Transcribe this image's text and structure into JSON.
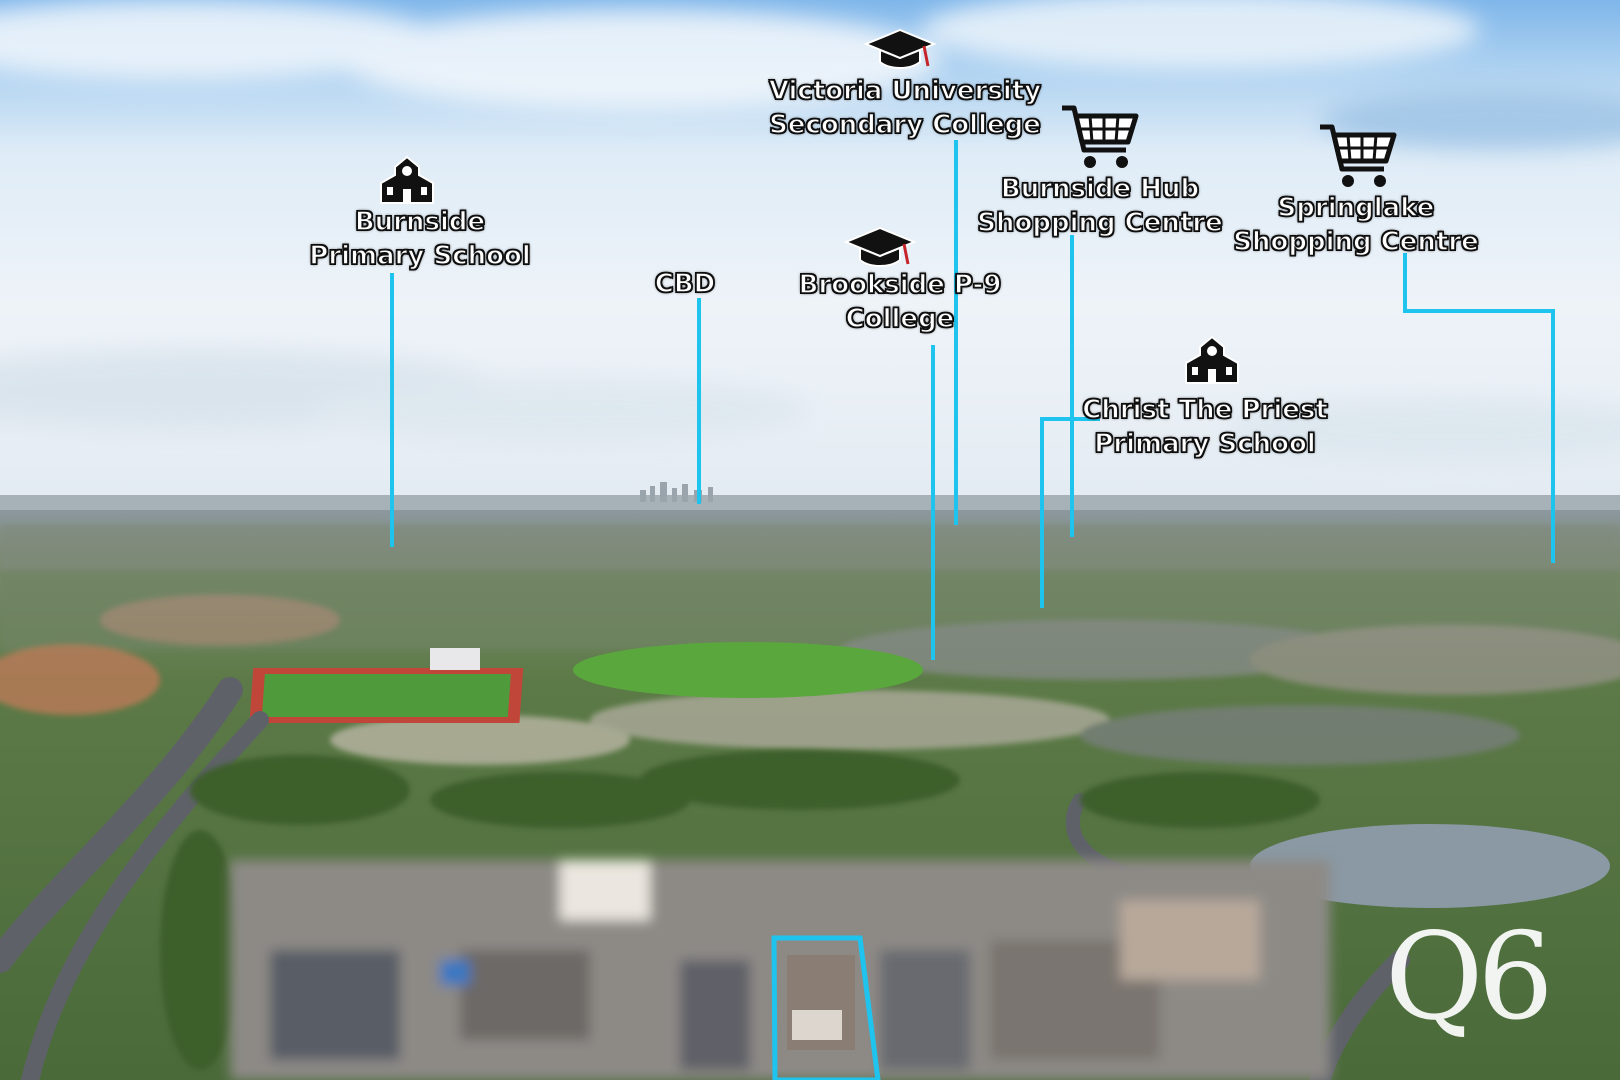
{
  "colors": {
    "accent_line": "#1ec4ee"
  },
  "annotations": [
    {
      "id": "burnside-primary",
      "icon": "school-building-icon",
      "lines": [
        "Burnside",
        "Primary School"
      ]
    },
    {
      "id": "cbd",
      "icon": "",
      "lines": [
        "CBD"
      ]
    },
    {
      "id": "victoria-university",
      "icon": "graduation-cap-icon",
      "lines": [
        "Victoria University",
        "Secondary College"
      ]
    },
    {
      "id": "brookside",
      "icon": "graduation-cap-icon",
      "lines": [
        "Brookside P-9",
        "College"
      ]
    },
    {
      "id": "burnside-hub",
      "icon": "shopping-cart-icon",
      "lines": [
        "Burnside Hub",
        "Shopping Centre"
      ]
    },
    {
      "id": "springlake",
      "icon": "shopping-cart-icon",
      "lines": [
        "Springlake",
        "Shopping Centre"
      ]
    },
    {
      "id": "christ-the-priest",
      "icon": "school-building-icon",
      "lines": [
        "Christ The Priest",
        "Primary School"
      ]
    }
  ],
  "watermark": {
    "text": "Q6"
  }
}
